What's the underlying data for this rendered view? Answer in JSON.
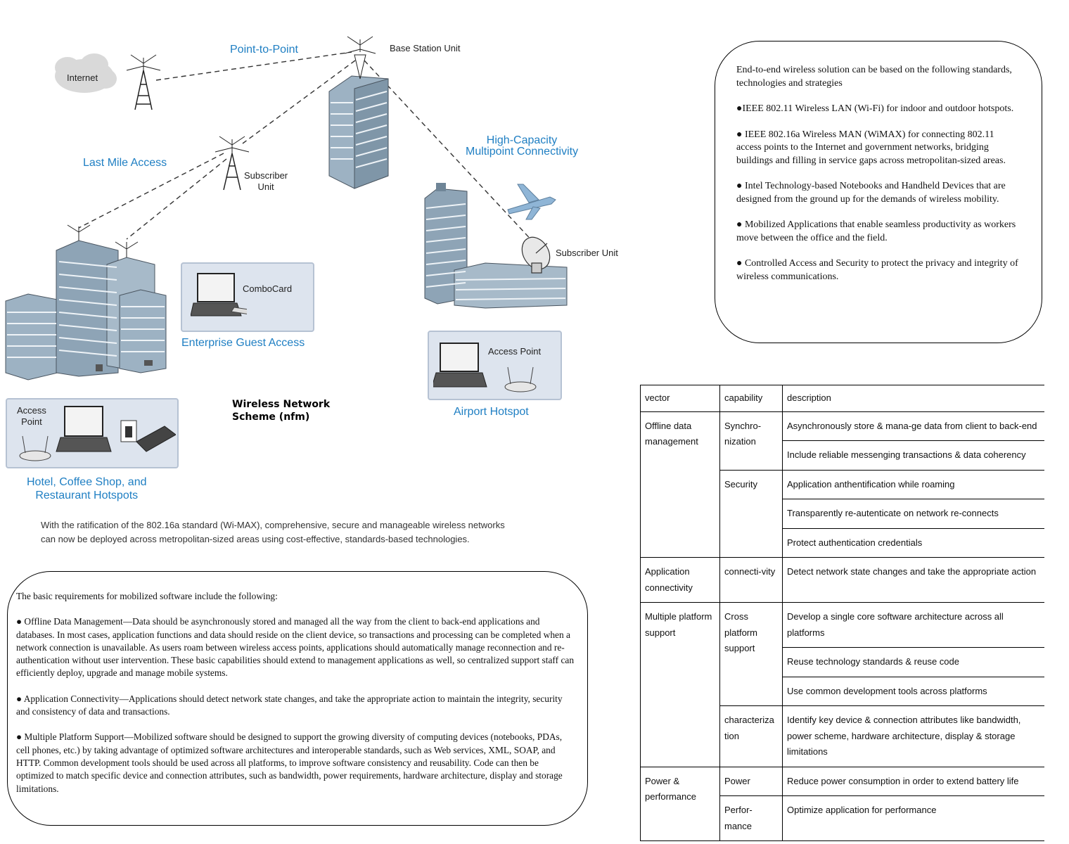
{
  "diagram": {
    "labels": {
      "internet": "Internet",
      "point_to_point": "Point-to-Point",
      "base_station": "Base Station Unit",
      "last_mile": "Last Mile Access",
      "subscriber_unit_1": [
        "Subscriber",
        "Unit"
      ],
      "high_capacity": [
        "High-Capacity",
        "Multipoint Connectivity"
      ],
      "subscriber_unit_2": "Subscriber Unit",
      "combocard": "ComboCard",
      "enterprise": "Enterprise Guest Access",
      "access_point_airport": "Access Point",
      "airport": "Airport Hotspot",
      "access_point_hotel": [
        "Access",
        "Point"
      ],
      "hotel": [
        "Hotel, Coffee Shop, and",
        "Restaurant Hotspots"
      ]
    },
    "scheme_title": [
      "Wireless Network",
      "Scheme (nfm)"
    ],
    "caption": [
      "With the ratification of the 802.16a standard (Wi-MAX), comprehensive, secure and manageable wireless networks",
      "can now be deployed across metropolitan-sized areas using cost-effective, standards-based technologies."
    ],
    "colors": {
      "label_blue": "#1f7fc3",
      "panel_fill": "#dde4ee",
      "building_fill": "#8ea4b6"
    }
  },
  "standards_box": {
    "paragraphs": [
      "End-to-end wireless solution can be based on the following standards, technologies and strategies",
      "●IEEE 802.11 Wireless LAN (Wi-Fi) for indoor and outdoor hotspots.",
      "● IEEE 802.16a Wireless MAN (WiMAX) for connecting 802.11 access points to the Internet and government networks, bridging buildings and filling in service gaps across metropolitan-sized areas.",
      "● Intel Technology-based Notebooks and Handheld Devices that are designed from the ground up for the demands of wireless mobility.",
      "● Mobilized Applications that enable seamless productivity as workers move between the office and the field.",
      "● Controlled Access and Security to protect the privacy and integrity of wireless communications."
    ]
  },
  "requirements_box": {
    "paragraphs": [
      "The basic requirements for mobilized software include the following:",
      "● Offline Data Management—Data should be asynchronously stored and managed all the way from the client to back-end applications and databases. In most cases, application functions and data should reside on the client device, so transactions and processing can be completed when a network connection is unavailable. As users roam between wireless access points, applications should automatically manage reconnection and re-authentication without user intervention. These basic capabilities should extend to management applications as well, so centralized support staff can efficiently deploy, upgrade and manage mobile systems.",
      "● Application Connectivity—Applications should detect network state changes, and take the appropriate action to maintain the integrity, security and consistency of data and transactions.",
      "● Multiple Platform Support—Mobilized software should be designed to support the growing diversity of computing devices (notebooks, PDAs, cell phones, etc.) by taking advantage of optimized software architectures and interoperable standards, such as Web services, XML, SOAP, and HTTP. Common development tools should be used across all platforms, to improve software consistency and reusability. Code can then be optimized to match specific device and connection attributes, such as bandwidth, power requirements, hardware architecture, display and storage limitations."
    ]
  },
  "table": {
    "headers": [
      "vector",
      "capability",
      "description"
    ],
    "rows": [
      {
        "vector": "Offline data management",
        "capability": "Synchro-nization",
        "description": "Asynchronously store & mana-ge data from client to back-end"
      },
      {
        "description": "Include reliable messenging transactions & data coherency"
      },
      {
        "capability": "Security",
        "description": "Application anthentification while roaming"
      },
      {
        "description": "Transparently re-autenticate on network re-connects"
      },
      {
        "description": "Protect authentication credentials"
      },
      {
        "vector": "Application connectivity",
        "capability": "connecti-vity",
        "description": "Detect network state changes and take the appropriate action"
      },
      {
        "vector": "Multiple platform support",
        "capability": "Cross platform support",
        "description": "Develop a single core software architecture across all platforms"
      },
      {
        "description": "Reuse technology standards & reuse code"
      },
      {
        "description": "Use common development tools across platforms"
      },
      {
        "capability": "characteriza tion",
        "description": "Identify key device & connection attributes like bandwidth, power scheme, hardware architecture, display & storage limitations"
      },
      {
        "vector": "Power & performance",
        "capability": "Power",
        "description": "Reduce power consumption in order to extend battery life"
      },
      {
        "capability": "Perfor-mance",
        "description": "Optimize application for performance"
      }
    ]
  }
}
